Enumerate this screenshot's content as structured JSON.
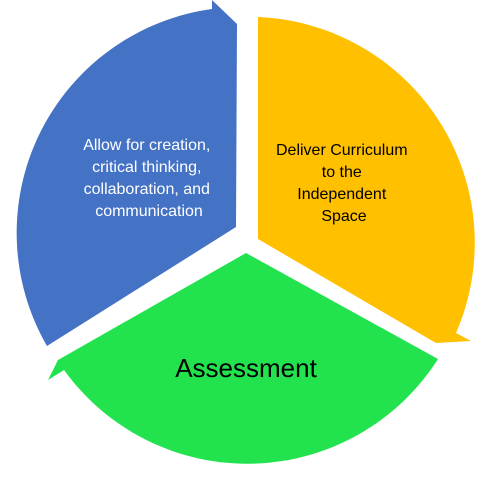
{
  "diagram": {
    "type": "cycle",
    "segments": [
      {
        "id": "blue",
        "label_lines": [
          "Allow for creation,",
          "critical thinking,",
          "collaboration, and",
          "communication"
        ],
        "fill": "#4472C4",
        "text_color": "#FFFFFF"
      },
      {
        "id": "yellow",
        "label_lines": [
          "Deliver Curriculum",
          "to the",
          "Independent",
          "Space"
        ],
        "fill": "#FFC000",
        "text_color": "#000000"
      },
      {
        "id": "green",
        "label_lines": [
          "Assessment"
        ],
        "fill": "#22E34E",
        "text_color": "#000000"
      }
    ]
  }
}
